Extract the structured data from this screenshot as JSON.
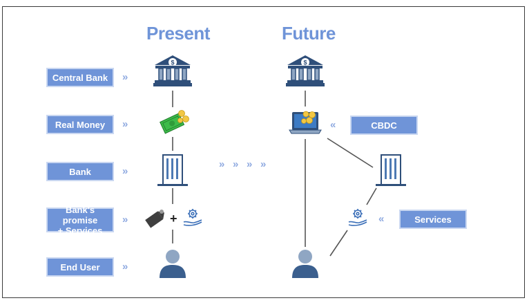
{
  "headings": {
    "present": "Present",
    "future": "Future"
  },
  "present_labels": [
    "Central Bank",
    "Real Money",
    "Bank",
    "Bank's promise\n+ Services",
    "End User"
  ],
  "future_labels": {
    "cbdc": "CBDC",
    "services": "Services"
  },
  "plus_sign": "+",
  "chevron_glyph": "»",
  "colors": {
    "accent": "#6f94d8",
    "icon_navy": "#2f4f7a",
    "icon_light": "#8fa6c3",
    "money_green": "#3dbb4a",
    "coin_gold": "#f2c744"
  },
  "icons": [
    "bank-icon",
    "money-icon",
    "office-building-icon",
    "gear-hand-icon",
    "user-icon",
    "laptop-coins-icon",
    "tag-icon"
  ]
}
